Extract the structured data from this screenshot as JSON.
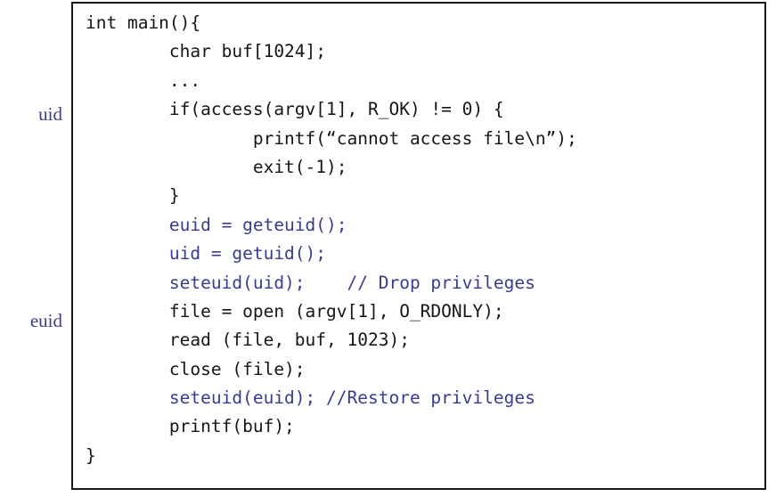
{
  "annotations": {
    "items": [
      {
        "label": "uid",
        "color": "#3b3b8f"
      },
      {
        "label": "euid",
        "color": "#3b3b8f"
      }
    ]
  },
  "code": {
    "language": "c",
    "text_color": "#161616",
    "highlight_color": "#3b3b8f",
    "lines": [
      {
        "text": "int main(){",
        "color": "black"
      },
      {
        "text": "        char buf[1024];",
        "color": "black"
      },
      {
        "text": "        ...",
        "color": "black"
      },
      {
        "text": "        if(access(argv[1], R_OK) != 0) {",
        "color": "black"
      },
      {
        "text": "                printf(“cannot access file\\n”);",
        "color": "black"
      },
      {
        "text": "                exit(-1);",
        "color": "black"
      },
      {
        "text": "        }",
        "color": "black"
      },
      {
        "text": "        euid = geteuid();",
        "color": "blue"
      },
      {
        "text": "        uid = getuid();",
        "color": "blue"
      },
      {
        "text": "        seteuid(uid);    // Drop privileges",
        "color": "blue"
      },
      {
        "text": "        file = open (argv[1], O_RDONLY);",
        "color": "black"
      },
      {
        "text": "        read (file, buf, 1023);",
        "color": "black"
      },
      {
        "text": "        close (file);",
        "color": "black"
      },
      {
        "text": "        seteuid(euid); //Restore privileges",
        "color": "blue"
      },
      {
        "text": "        printf(buf);",
        "color": "black"
      },
      {
        "text": "}",
        "color": "black"
      }
    ]
  }
}
